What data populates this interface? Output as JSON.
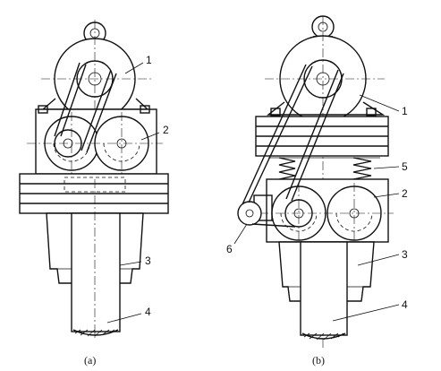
{
  "figure": {
    "panel_a": {
      "caption": "(a)",
      "labels": {
        "motor": "1",
        "exciter": "2",
        "pile_cap": "3",
        "pile": "4"
      }
    },
    "panel_b": {
      "caption": "(b)",
      "labels": {
        "motor": "1",
        "exciter": "2",
        "pile_cap": "3",
        "pile": "4",
        "spring": "5",
        "tension_pulley": "6"
      }
    }
  }
}
